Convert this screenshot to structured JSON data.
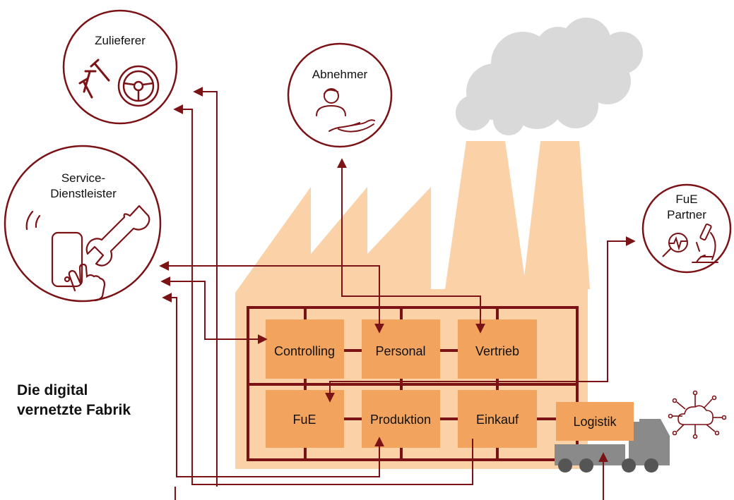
{
  "title": {
    "line1": "Die digital",
    "line2": "vernetzte Fabrik"
  },
  "nodes": {
    "zulieferer": {
      "label": "Zulieferer"
    },
    "abnehmer": {
      "label": "Abnehmer"
    },
    "service": {
      "line1": "Service-",
      "line2": "Dienstleister"
    },
    "fue_partner": {
      "line1": "FuE",
      "line2": "Partner"
    }
  },
  "departments": {
    "controlling": "Controlling",
    "personal": "Personal",
    "vertrieb": "Vertrieb",
    "fue": "FuE",
    "produktion": "Produktion",
    "einkauf": "Einkauf",
    "logistik": "Logistik"
  },
  "colors": {
    "accent": "#7b1216",
    "factory": "#fbd2a8",
    "department_box": "#f2a45e",
    "truck": "#8a8a8a",
    "truck_wheel": "#555555",
    "smoke": "#d9d9d9"
  },
  "icons": [
    "nails-icon",
    "steering-wheel-icon",
    "person-hand-icon",
    "phone-touch-icon",
    "wrench-icon",
    "magnifier-heartbeat-icon",
    "microscope-icon",
    "cloud-network-icon"
  ]
}
